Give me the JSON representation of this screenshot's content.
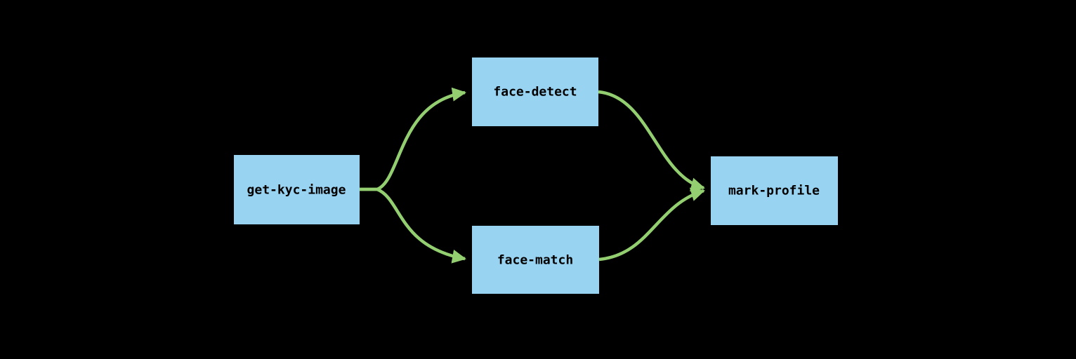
{
  "diagram": {
    "type": "flowchart",
    "direction": "left-to-right",
    "background_color": "#000000",
    "node_fill_color": "#99d3f2",
    "edge_color": "#93cf70",
    "text_color": "#000000",
    "nodes": [
      {
        "id": "get-kyc-image",
        "label": "get-kyc-image"
      },
      {
        "id": "face-detect",
        "label": "face-detect"
      },
      {
        "id": "face-match",
        "label": "face-match"
      },
      {
        "id": "mark-profile",
        "label": "mark-profile"
      }
    ],
    "edges": [
      {
        "from": "get-kyc-image",
        "to": "face-detect"
      },
      {
        "from": "get-kyc-image",
        "to": "face-match"
      },
      {
        "from": "face-detect",
        "to": "mark-profile"
      },
      {
        "from": "face-match",
        "to": "mark-profile"
      }
    ]
  }
}
